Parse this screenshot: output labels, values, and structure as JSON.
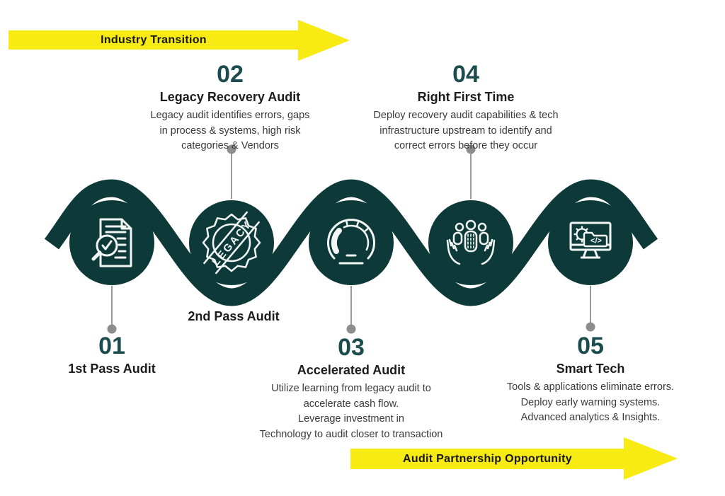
{
  "colors": {
    "teal_dark": "#0d3a38",
    "teal_number": "#1d4c4f",
    "yellow": "#f8eb13",
    "connector_gray": "#9b9b9b",
    "dot_gray": "#8d8d8d",
    "title_text": "#1c1c1c",
    "body_text": "#3a3a3a"
  },
  "arrows": {
    "top": {
      "label": "Industry Transition",
      "direction": "right"
    },
    "bottom": {
      "label": "Audit Partnership Opportunity",
      "direction": "right"
    }
  },
  "steps": [
    {
      "number": "01",
      "title": "1st Pass Audit",
      "description": "",
      "icon": "document-audit-icon",
      "label_position": "below"
    },
    {
      "number": "02",
      "title": "Legacy Recovery Audit",
      "description": "Legacy audit identifies errors, gaps\nin process & systems, high risk\ncategories & Vendors",
      "badge": "2nd Pass Audit",
      "icon": "legacy-stamp-icon",
      "icon_text": "LEGACY",
      "label_position": "above"
    },
    {
      "number": "03",
      "title": "Accelerated Audit",
      "description": "Utilize learning from legacy audit to\naccelerate cash flow.\nLeverage investment in\nTechnology to audit closer to transaction",
      "icon": "speedometer-icon",
      "label_position": "below"
    },
    {
      "number": "04",
      "title": "Right First Time",
      "description": "Deploy recovery audit capabilities & tech\ninfrastructure upstream to identify and\ncorrect errors before they occur",
      "icon": "hands-team-icon",
      "label_position": "above"
    },
    {
      "number": "05",
      "title": "Smart Tech",
      "description": "Tools & applications eliminate errors.\nDeploy early warning systems.\nAdvanced analytics & Insights.",
      "icon": "smart-tech-monitor-icon",
      "icon_text": "</>",
      "label_position": "below"
    }
  ]
}
